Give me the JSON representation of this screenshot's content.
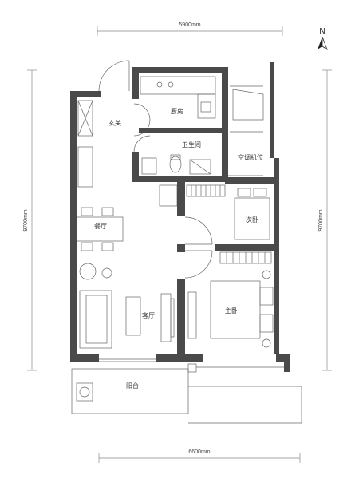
{
  "dimensions": {
    "top": "5900mm",
    "bottom": "6600mm",
    "left": "9700mm",
    "right": "9700mm"
  },
  "compass": {
    "label": "N"
  },
  "rooms": {
    "entrance": "玄关",
    "kitchen": "厨房",
    "bathroom": "卫生间",
    "ac_unit": "空调机位",
    "dining": "餐厅",
    "second_bedroom": "次卧",
    "living_room": "客厅",
    "master_bedroom": "主卧",
    "balcony": "阳台"
  },
  "colors": {
    "wall": "#4a4a4a",
    "line": "#666666",
    "dim_line": "#888888"
  }
}
